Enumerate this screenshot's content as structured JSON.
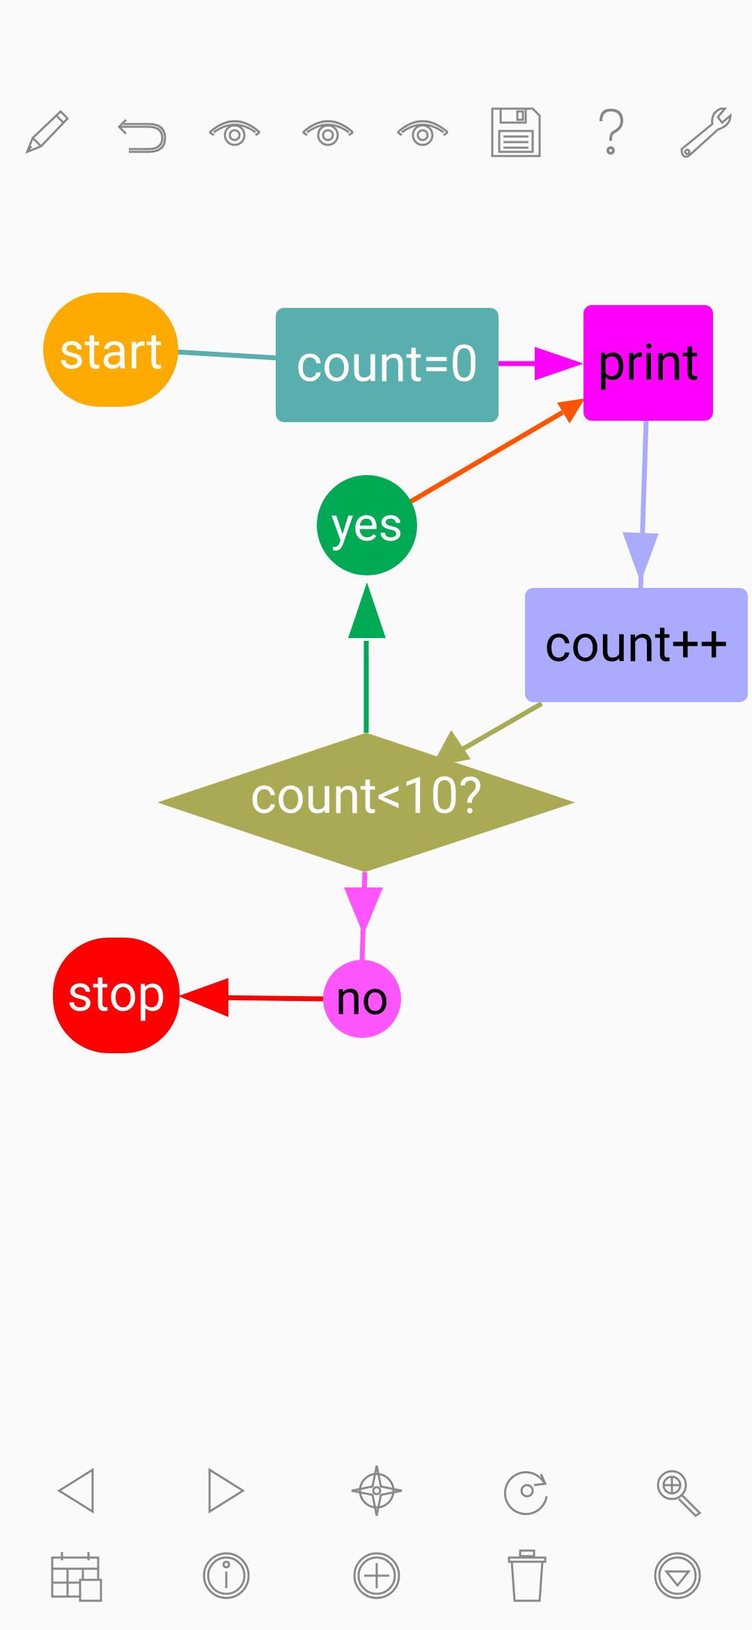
{
  "top_toolbar": [
    {
      "name": "edit-pencil-icon",
      "label": "edit"
    },
    {
      "name": "undo-icon",
      "label": "undo"
    },
    {
      "name": "view-eye-icon-1",
      "label": "view"
    },
    {
      "name": "view-eye-icon-2",
      "label": "view"
    },
    {
      "name": "view-eye-icon-3",
      "label": "view"
    },
    {
      "name": "save-disk-icon",
      "label": "save"
    },
    {
      "name": "help-question-icon",
      "label": "help"
    },
    {
      "name": "settings-wrench-icon",
      "label": "settings"
    }
  ],
  "diagram": {
    "nodes": {
      "start": {
        "label": "start",
        "color": "#FFAA00",
        "text_color": "#FFFFFF"
      },
      "count0": {
        "label": "count=0",
        "color": "#59AFAD",
        "text_color": "#FFFFFF"
      },
      "print": {
        "label": "print",
        "color": "#FF00FF",
        "text_color": "#000000"
      },
      "countpp": {
        "label": "count++",
        "color": "#AAAAFF",
        "text_color": "#000000"
      },
      "yes": {
        "label": "yes",
        "color": "#00AA55",
        "text_color": "#FFFFFF"
      },
      "cond": {
        "label": "count<10?",
        "color": "#AAAA55",
        "text_color": "#FFFFFF"
      },
      "no": {
        "label": "no",
        "color": "#FF55FF",
        "text_color": "#000000"
      },
      "stop": {
        "label": "stop",
        "color": "#FF0000",
        "text_color": "#FFFFFF"
      }
    },
    "edges": [
      {
        "from": "start",
        "to": "count0",
        "color": "#59AFAD"
      },
      {
        "from": "count0",
        "to": "print",
        "color": "#FF00FF"
      },
      {
        "from": "print",
        "to": "countpp",
        "color": "#AAAAFF"
      },
      {
        "from": "countpp",
        "to": "cond",
        "color": "#AAAA55"
      },
      {
        "from": "cond",
        "to": "yes",
        "color": "#00AA55"
      },
      {
        "from": "yes",
        "to": "print",
        "color": "#FF5500"
      },
      {
        "from": "cond",
        "to": "no",
        "color": "#FF55FF"
      },
      {
        "from": "no",
        "to": "stop",
        "color": "#FF0000"
      }
    ]
  },
  "bottom_toolbar": [
    {
      "name": "previous-triangle-icon",
      "label": "previous"
    },
    {
      "name": "next-triangle-icon",
      "label": "next"
    },
    {
      "name": "center-compass-icon",
      "label": "center"
    },
    {
      "name": "refresh-icon",
      "label": "refresh"
    },
    {
      "name": "zoom-icon",
      "label": "zoom"
    },
    {
      "name": "grid-layout-icon",
      "label": "layout"
    },
    {
      "name": "info-icon",
      "label": "info"
    },
    {
      "name": "add-node-icon",
      "label": "add"
    },
    {
      "name": "delete-trash-icon",
      "label": "delete"
    },
    {
      "name": "dropdown-menu-icon",
      "label": "menu"
    }
  ],
  "icon_color": "#888888"
}
